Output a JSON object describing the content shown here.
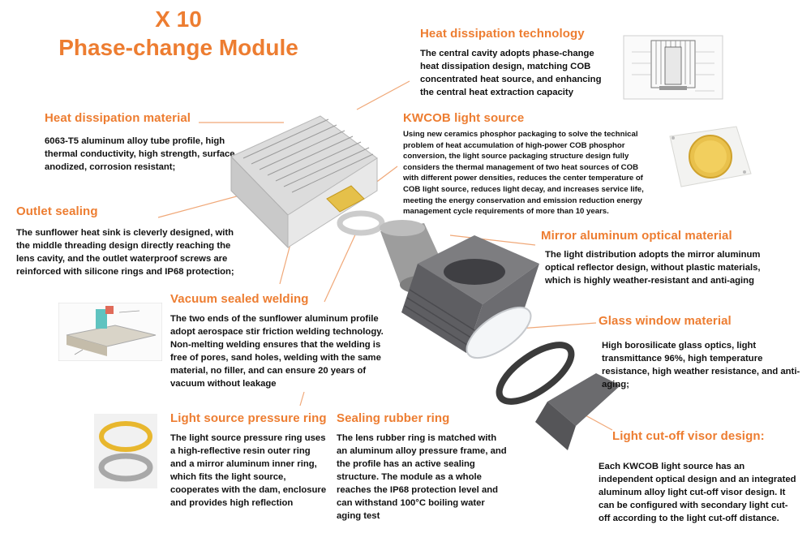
{
  "title": {
    "line1": "X 10",
    "line2": "Phase-change Module"
  },
  "sections": {
    "heat_tech": {
      "heading": "Heat dissipation technology",
      "body": "The central cavity adopts phase-change heat dissipation design, matching COB concentrated heat source, and enhancing the central heat extraction capacity"
    },
    "heat_material": {
      "heading": "Heat dissipation material",
      "body": "6063-T5 aluminum alloy tube profile, high thermal conductivity, high strength, surface anodized, corrosion resistant;"
    },
    "kwcob": {
      "heading": "KWCOB light source",
      "body": "Using new ceramics phosphor packaging to solve the technical problem of heat accumulation of high-power COB phosphor conversion, the light source packaging structure design fully considers the thermal management of two heat sources of COB with different power densities, reduces the center temperature of COB light source, reduces light decay, and increases service life, meeting the energy conservation and emission reduction energy management cycle requirements of more than 10 years."
    },
    "outlet": {
      "heading": "Outlet sealing",
      "body": "The sunflower heat sink is cleverly designed, with the middle threading design directly reaching the lens cavity, and the outlet waterproof screws are reinforced with silicone rings and IP68 protection;"
    },
    "mirror": {
      "heading": "Mirror aluminum optical material",
      "body": "The light distribution adopts the mirror aluminum optical reflector design, without plastic materials, which is highly weather-resistant and anti-aging"
    },
    "vacuum": {
      "heading": "Vacuum sealed welding",
      "body": "The two ends of the sunflower aluminum profile adopt aerospace stir friction welding technology. Non-melting welding ensures that the welding is free of pores, sand holes, welding with the same material, no filler, and can ensure 20 years of vacuum without leakage"
    },
    "glass": {
      "heading": "Glass window material",
      "body": "High borosilicate glass optics, light transmittance 96%, high temperature resistance, high weather resistance, and anti-aging;"
    },
    "pressure_ring": {
      "heading": "Light source pressure ring",
      "body": "The light source pressure ring uses a high-reflective resin outer ring and a mirror aluminum inner ring, which fits the light source, cooperates with the dam, enclosure and provides high reflection"
    },
    "rubber_ring": {
      "heading": "Sealing rubber ring",
      "body": "The lens rubber ring is matched with an aluminum alloy pressure frame, and the profile has an active sealing structure. The module as a whole reaches the IP68 protection level and can withstand 100°C boiling water aging test"
    },
    "visor": {
      "heading": "Light cut-off visor design:",
      "body": "Each KWCOB light source has an independent optical design and an integrated aluminum alloy light cut-off visor design. It can be configured with secondary light cut-off according to the light cut-off distance."
    }
  },
  "colors": {
    "accent": "#ed7d31",
    "text": "#111111",
    "leader": "#f0a878"
  },
  "illustrations": [
    "cross-section-diagram",
    "cob-chip-photo",
    "friction-welding-diagram",
    "pressure-ring-photo",
    "exploded-module-view"
  ]
}
